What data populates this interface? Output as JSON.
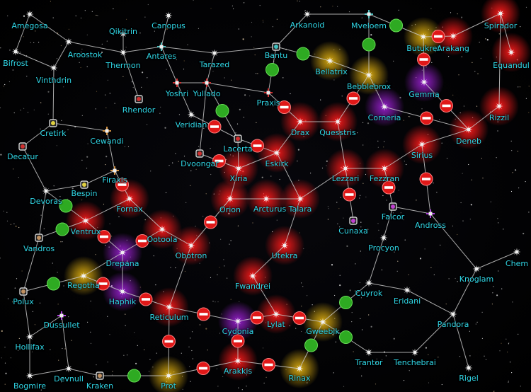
{
  "map": {
    "title": "",
    "colors": {
      "label": "#2fd6e6",
      "link": "#c8c8c8",
      "blocked": "#e01818",
      "open": "#2eaa22",
      "red_glow": "#ff1a1a",
      "yellow_glow": "#e0b010",
      "purple_glow": "#9a20d0"
    },
    "systems": [
      {
        "id": "amegosa",
        "name": "Amegosa",
        "glow": "none",
        "marker": "star"
      },
      {
        "id": "qikitrin",
        "name": "Qikitrin",
        "glow": "none",
        "marker": "star"
      },
      {
        "id": "canopus",
        "name": "Canopus",
        "glow": "none",
        "marker": "star"
      },
      {
        "id": "arkanoid",
        "name": "Arkanoid",
        "glow": "none",
        "marker": "star"
      },
      {
        "id": "mveloem",
        "name": "Mveloem",
        "glow": "none",
        "marker": "outpost"
      },
      {
        "id": "spirador",
        "name": "Spirador",
        "glow": "red",
        "marker": "star"
      },
      {
        "id": "butukret",
        "name": "Butukret",
        "glow": "yellow",
        "marker": "star"
      },
      {
        "id": "arakang",
        "name": "Arakang",
        "glow": "red",
        "marker": "star"
      },
      {
        "id": "equandul",
        "name": "Equandul",
        "glow": "red",
        "marker": "star"
      },
      {
        "id": "bifrost",
        "name": "Bifrost",
        "glow": "none",
        "marker": "star"
      },
      {
        "id": "aroostok",
        "name": "Aroostok",
        "glow": "none",
        "marker": "star"
      },
      {
        "id": "thermon",
        "name": "Thermon",
        "glow": "none",
        "marker": "star"
      },
      {
        "id": "antares",
        "name": "Antares",
        "glow": "none",
        "marker": "outpost"
      },
      {
        "id": "tarazed",
        "name": "Tarazed",
        "glow": "none",
        "marker": "star"
      },
      {
        "id": "bantu",
        "name": "Bantu",
        "glow": "none",
        "marker": "planet"
      },
      {
        "id": "bellatrix",
        "name": "Bellatrix",
        "glow": "yellow",
        "marker": "star"
      },
      {
        "id": "vinthdrin",
        "name": "Vinthdrin",
        "glow": "none",
        "marker": "star"
      },
      {
        "id": "bebblebrox",
        "name": "Bebblebrox",
        "glow": "yellow",
        "marker": "star"
      },
      {
        "id": "gemma",
        "name": "Gemma",
        "glow": "purple",
        "marker": "star"
      },
      {
        "id": "yoshri",
        "name": "Yoshri",
        "glow": "none",
        "marker": "outpost"
      },
      {
        "id": "yullado",
        "name": "Yullado",
        "glow": "none",
        "marker": "outpost"
      },
      {
        "id": "praxis",
        "name": "Praxis",
        "glow": "none",
        "marker": "outpost"
      },
      {
        "id": "rhendor",
        "name": "Rhendor",
        "glow": "none",
        "marker": "planet"
      },
      {
        "id": "corneria",
        "name": "Corneria",
        "glow": "purple",
        "marker": "star"
      },
      {
        "id": "rizzil",
        "name": "Rizzil",
        "glow": "red",
        "marker": "star"
      },
      {
        "id": "cretirk",
        "name": "Cretirk",
        "glow": "none",
        "marker": "planet"
      },
      {
        "id": "veridian",
        "name": "Veridian",
        "glow": "none",
        "marker": "star"
      },
      {
        "id": "drax",
        "name": "Drax",
        "glow": "red",
        "marker": "star"
      },
      {
        "id": "quesstris",
        "name": "Quesstris",
        "glow": "red",
        "marker": "star"
      },
      {
        "id": "cewandi",
        "name": "Cewandi",
        "glow": "none",
        "marker": "outpost"
      },
      {
        "id": "deneb",
        "name": "Deneb",
        "glow": "red",
        "marker": "star"
      },
      {
        "id": "decatur",
        "name": "Decatur",
        "glow": "none",
        "marker": "planet"
      },
      {
        "id": "lacerta",
        "name": "Lacerta",
        "glow": "none",
        "marker": "planet"
      },
      {
        "id": "dvoongar",
        "name": "Dvoongar",
        "glow": "none",
        "marker": "planet"
      },
      {
        "id": "eskirk",
        "name": "Eskirk",
        "glow": "red",
        "marker": "star"
      },
      {
        "id": "sirius",
        "name": "Sirius",
        "glow": "red",
        "marker": "star"
      },
      {
        "id": "firaxis",
        "name": "Firaxis",
        "glow": "none",
        "marker": "outpost"
      },
      {
        "id": "xiria",
        "name": "Xiria",
        "glow": "red",
        "marker": "star"
      },
      {
        "id": "lezzari",
        "name": "Lezzari",
        "glow": "red",
        "marker": "star"
      },
      {
        "id": "fezzran",
        "name": "Fezzran",
        "glow": "red",
        "marker": "star"
      },
      {
        "id": "bespin",
        "name": "Bespin",
        "glow": "none",
        "marker": "planet"
      },
      {
        "id": "devoras",
        "name": "Devoras",
        "glow": "none",
        "marker": "star"
      },
      {
        "id": "fornax",
        "name": "Fornax",
        "glow": "red",
        "marker": "star"
      },
      {
        "id": "orion",
        "name": "Orion",
        "glow": "red",
        "marker": "star"
      },
      {
        "id": "arcturus",
        "name": "Arcturus",
        "glow": "red",
        "marker": "star"
      },
      {
        "id": "talara",
        "name": "Talara",
        "glow": "red",
        "marker": "star"
      },
      {
        "id": "falcor",
        "name": "Falcor",
        "glow": "none",
        "marker": "planet"
      },
      {
        "id": "andross",
        "name": "Andross",
        "glow": "none",
        "marker": "outpost"
      },
      {
        "id": "ventrux",
        "name": "Ventrux",
        "glow": "red",
        "marker": "star"
      },
      {
        "id": "cunaxa",
        "name": "Cunaxa",
        "glow": "none",
        "marker": "planet"
      },
      {
        "id": "vandros",
        "name": "Vandros",
        "glow": "none",
        "marker": "planet"
      },
      {
        "id": "ootoola",
        "name": "Ootoola",
        "glow": "red",
        "marker": "star"
      },
      {
        "id": "procyon",
        "name": "Procyon",
        "glow": "none",
        "marker": "star"
      },
      {
        "id": "drepana",
        "name": "Drepana",
        "glow": "purple",
        "marker": "star"
      },
      {
        "id": "obotron",
        "name": "Obotron",
        "glow": "red",
        "marker": "star"
      },
      {
        "id": "utekra",
        "name": "Utekra",
        "glow": "red",
        "marker": "star"
      },
      {
        "id": "chem",
        "name": "Chem",
        "glow": "none",
        "marker": "star"
      },
      {
        "id": "knoglam",
        "name": "Knoglam",
        "glow": "none",
        "marker": "star"
      },
      {
        "id": "regotha",
        "name": "Regotha",
        "glow": "yellow",
        "marker": "star"
      },
      {
        "id": "fwandrei",
        "name": "Fwandrei",
        "glow": "red",
        "marker": "star"
      },
      {
        "id": "polux",
        "name": "Polux",
        "glow": "none",
        "marker": "planet"
      },
      {
        "id": "haphik",
        "name": "Haphik",
        "glow": "purple",
        "marker": "star"
      },
      {
        "id": "cuyrok",
        "name": "Cuyrok",
        "glow": "none",
        "marker": "star"
      },
      {
        "id": "eridani",
        "name": "Eridani",
        "glow": "none",
        "marker": "star"
      },
      {
        "id": "reticulum",
        "name": "Reticulum",
        "glow": "red",
        "marker": "star"
      },
      {
        "id": "dussullet",
        "name": "Dussullet",
        "glow": "none",
        "marker": "outpost"
      },
      {
        "id": "pandora",
        "name": "Pandora",
        "glow": "none",
        "marker": "star"
      },
      {
        "id": "cydonia",
        "name": "Cydonia",
        "glow": "purple",
        "marker": "star"
      },
      {
        "id": "lylat",
        "name": "Lylat",
        "glow": "red",
        "marker": "star"
      },
      {
        "id": "gweebik",
        "name": "Gweebik",
        "glow": "yellow",
        "marker": "star"
      },
      {
        "id": "hollifax",
        "name": "Hollifax",
        "glow": "none",
        "marker": "star"
      },
      {
        "id": "trantor",
        "name": "Trantor",
        "glow": "none",
        "marker": "star"
      },
      {
        "id": "tenchebrai",
        "name": "Tenchebrai",
        "glow": "none",
        "marker": "star"
      },
      {
        "id": "arakkis",
        "name": "Arakkis",
        "glow": "red",
        "marker": "star"
      },
      {
        "id": "devnull",
        "name": "Devnull",
        "glow": "none",
        "marker": "star"
      },
      {
        "id": "rinax",
        "name": "Rinax",
        "glow": "yellow",
        "marker": "star"
      },
      {
        "id": "rigel",
        "name": "Rigel",
        "glow": "none",
        "marker": "star"
      },
      {
        "id": "bogmire",
        "name": "Bogmire",
        "glow": "none",
        "marker": "star"
      },
      {
        "id": "kraken",
        "name": "Kraken",
        "glow": "none",
        "marker": "planet"
      },
      {
        "id": "prot",
        "name": "Prot",
        "glow": "yellow",
        "marker": "star"
      }
    ],
    "links": [
      [
        "amegosa",
        "bifrost",
        "none"
      ],
      [
        "amegosa",
        "aroostok",
        "none"
      ],
      [
        "bifrost",
        "vinthdrin",
        "none"
      ],
      [
        "aroostok",
        "vinthdrin",
        "none"
      ],
      [
        "aroostok",
        "thermon",
        "none"
      ],
      [
        "qikitrin",
        "thermon",
        "none"
      ],
      [
        "thermon",
        "antares",
        "none"
      ],
      [
        "antares",
        "canopus",
        "none"
      ],
      [
        "antares",
        "tarazed",
        "none"
      ],
      [
        "tarazed",
        "bantu",
        "none"
      ],
      [
        "bantu",
        "arkanoid",
        "none"
      ],
      [
        "arkanoid",
        "mveloem",
        "none"
      ],
      [
        "mveloem",
        "butukret",
        "open"
      ],
      [
        "mveloem",
        "bebblebrox",
        "open"
      ],
      [
        "butukret",
        "arakang",
        "blocked"
      ],
      [
        "arakang",
        "spirador",
        "none"
      ],
      [
        "spirador",
        "equandul",
        "none"
      ],
      [
        "spirador",
        "rizzil",
        "none"
      ],
      [
        "bantu",
        "bellatrix",
        "open"
      ],
      [
        "bellatrix",
        "bebblebrox",
        "none"
      ],
      [
        "bantu",
        "praxis",
        "open"
      ],
      [
        "bebblebrox",
        "corneria",
        "none"
      ],
      [
        "bebblebrox",
        "quesstris",
        "blocked"
      ],
      [
        "butukret",
        "gemma",
        "blocked"
      ],
      [
        "gemma",
        "deneb",
        "blocked"
      ],
      [
        "corneria",
        "deneb",
        "blocked"
      ],
      [
        "rizzil",
        "deneb",
        "none"
      ],
      [
        "thermon",
        "rhendor",
        "none"
      ],
      [
        "antares",
        "yoshri",
        "none"
      ],
      [
        "yoshri",
        "yullado",
        "none"
      ],
      [
        "tarazed",
        "yullado",
        "none"
      ],
      [
        "yullado",
        "praxis",
        "none"
      ],
      [
        "yoshri",
        "veridian",
        "none"
      ],
      [
        "yullado",
        "lacerta",
        "open"
      ],
      [
        "yullado",
        "dvoongar",
        "none"
      ],
      [
        "praxis",
        "drax",
        "blocked"
      ],
      [
        "lacerta",
        "veridian",
        "blocked"
      ],
      [
        "lacerta",
        "xiria",
        "none"
      ],
      [
        "lacerta",
        "eskirk",
        "blocked"
      ],
      [
        "dvoongar",
        "xiria",
        "blocked"
      ],
      [
        "drax",
        "quesstris",
        "none"
      ],
      [
        "drax",
        "eskirk",
        "none"
      ],
      [
        "quesstris",
        "lezzari",
        "none"
      ],
      [
        "vinthdrin",
        "cretirk",
        "none"
      ],
      [
        "cretirk",
        "cewandi",
        "none"
      ],
      [
        "cretirk",
        "decatur",
        "none"
      ],
      [
        "cewandi",
        "firaxis",
        "none"
      ],
      [
        "decatur",
        "devoras",
        "none"
      ],
      [
        "firaxis",
        "bespin",
        "none"
      ],
      [
        "bespin",
        "devoras",
        "none"
      ],
      [
        "firaxis",
        "fornax",
        "blocked"
      ],
      [
        "devoras",
        "ventrux",
        "open"
      ],
      [
        "devoras",
        "vandros",
        "none"
      ],
      [
        "ventrux",
        "fornax",
        "none"
      ],
      [
        "ventrux",
        "vandros",
        "open"
      ],
      [
        "ventrux",
        "drepana",
        "blocked"
      ],
      [
        "fornax",
        "ootoola",
        "none"
      ],
      [
        "xiria",
        "orion",
        "none"
      ],
      [
        "xiria",
        "eskirk",
        "none"
      ],
      [
        "orion",
        "arcturus",
        "none"
      ],
      [
        "arcturus",
        "talara",
        "none"
      ],
      [
        "eskirk",
        "talara",
        "none"
      ],
      [
        "talara",
        "lezzari",
        "none"
      ],
      [
        "lezzari",
        "fezzran",
        "none"
      ],
      [
        "lezzari",
        "cunaxa",
        "blocked"
      ],
      [
        "fezzran",
        "sirius",
        "none"
      ],
      [
        "sirius",
        "deneb",
        "none"
      ],
      [
        "fezzran",
        "falcor",
        "blocked"
      ],
      [
        "sirius",
        "andross",
        "blocked"
      ],
      [
        "falcor",
        "andross",
        "none"
      ],
      [
        "falcor",
        "procyon",
        "none"
      ],
      [
        "andross",
        "knoglam",
        "none"
      ],
      [
        "knoglam",
        "chem",
        "none"
      ],
      [
        "knoglam",
        "pandora",
        "none"
      ],
      [
        "procyon",
        "cuyrok",
        "none"
      ],
      [
        "cuyrok",
        "gweebik",
        "open"
      ],
      [
        "cuyrok",
        "eridani",
        "none"
      ],
      [
        "eridani",
        "pandora",
        "none"
      ],
      [
        "pandora",
        "tenchebrai",
        "none"
      ],
      [
        "pandora",
        "rigel",
        "none"
      ],
      [
        "tenchebrai",
        "trantor",
        "none"
      ],
      [
        "trantor",
        "gweebik",
        "open"
      ],
      [
        "talara",
        "utekra",
        "none"
      ],
      [
        "orion",
        "obotron",
        "blocked"
      ],
      [
        "obotron",
        "ootoola",
        "none"
      ],
      [
        "ootoola",
        "drepana",
        "blocked"
      ],
      [
        "drepana",
        "haphik",
        "none"
      ],
      [
        "drepana",
        "regotha",
        "none"
      ],
      [
        "regotha",
        "haphik",
        "blocked"
      ],
      [
        "regotha",
        "polux",
        "open"
      ],
      [
        "polux",
        "vandros",
        "none"
      ],
      [
        "polux",
        "hollifax",
        "none"
      ],
      [
        "dussullet",
        "hollifax",
        "none"
      ],
      [
        "dussullet",
        "devnull",
        "none"
      ],
      [
        "hollifax",
        "bogmire",
        "none"
      ],
      [
        "bogmire",
        "devnull",
        "none"
      ],
      [
        "devnull",
        "kraken",
        "none"
      ],
      [
        "kraken",
        "prot",
        "open"
      ],
      [
        "haphik",
        "reticulum",
        "blocked"
      ],
      [
        "obotron",
        "reticulum",
        "none"
      ],
      [
        "reticulum",
        "cydonia",
        "blocked"
      ],
      [
        "reticulum",
        "prot",
        "blocked"
      ],
      [
        "cydonia",
        "lylat",
        "blocked"
      ],
      [
        "lylat",
        "gweebik",
        "blocked"
      ],
      [
        "lylat",
        "fwandrei",
        "none"
      ],
      [
        "utekra",
        "fwandrei",
        "none"
      ],
      [
        "cydonia",
        "arakkis",
        "blocked"
      ],
      [
        "prot",
        "arakkis",
        "blocked"
      ],
      [
        "arakkis",
        "rinax",
        "blocked"
      ],
      [
        "rinax",
        "gweebik",
        "open"
      ]
    ]
  }
}
